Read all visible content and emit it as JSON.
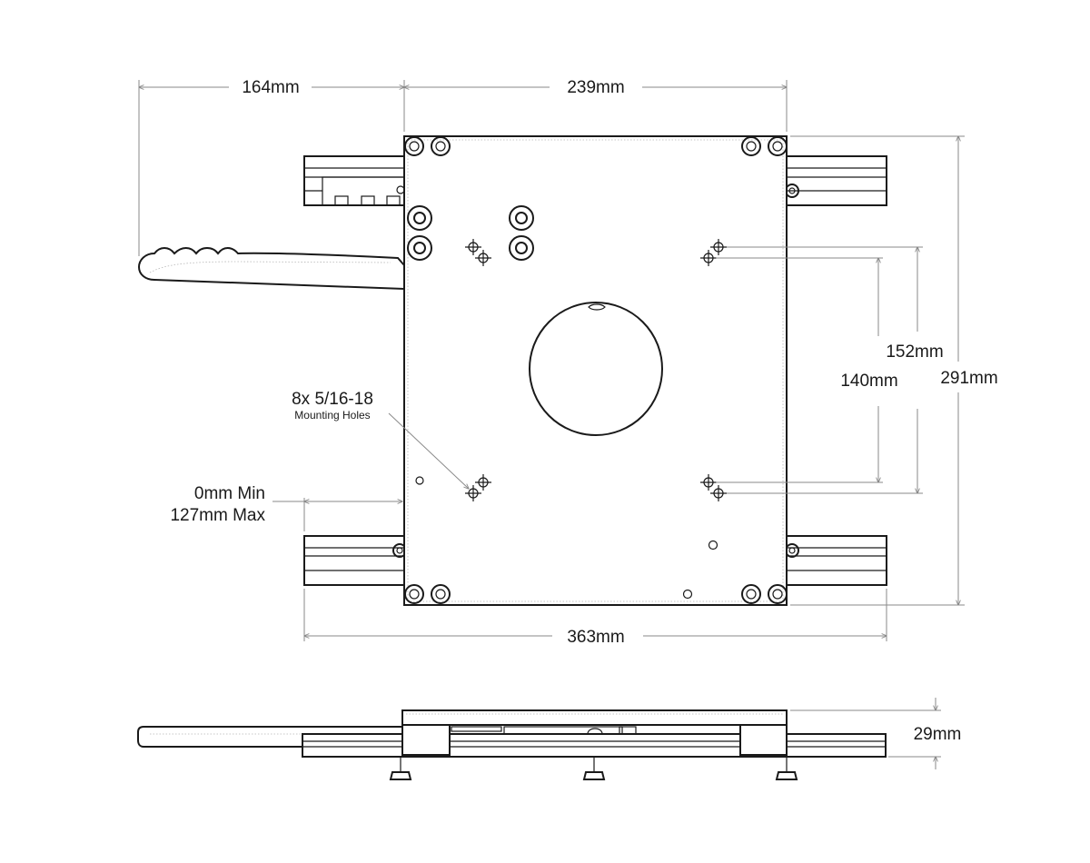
{
  "dimensions": {
    "handle_offset": "164mm",
    "plate_width": "239mm",
    "overall_width": "363mm",
    "plate_height": "291mm",
    "hole_spacing_outer": "152mm",
    "hole_spacing_inner": "140mm",
    "thickness": "29mm",
    "slide_min": "0mm Min",
    "slide_max": "127mm Max"
  },
  "callouts": {
    "mounting_holes_title": "8x 5/16-18",
    "mounting_holes_subtitle": "Mounting Holes"
  },
  "colors": {
    "line": "#1a1a1a",
    "dimension_line": "#8a8a8a",
    "background": "#ffffff"
  }
}
